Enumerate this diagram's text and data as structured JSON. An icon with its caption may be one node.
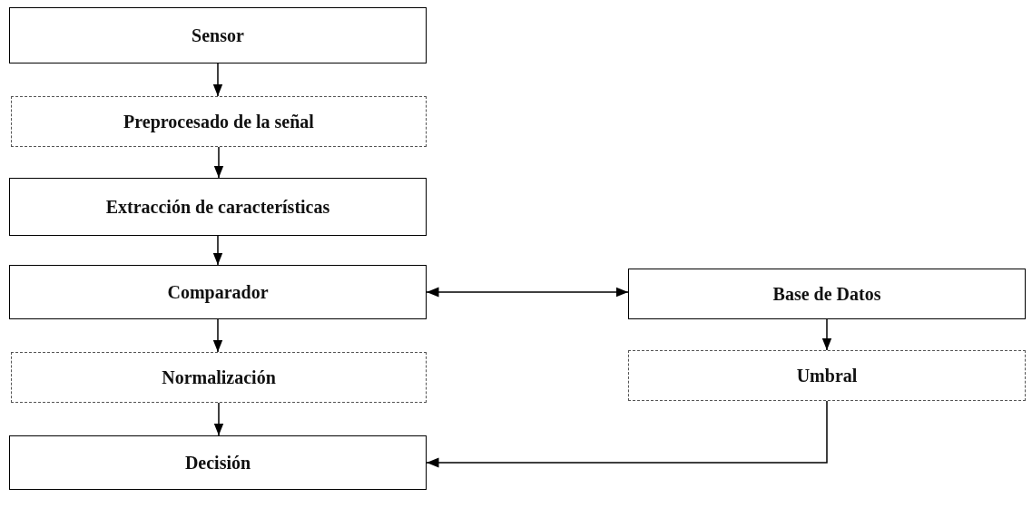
{
  "diagram": {
    "nodes": [
      {
        "text": [
          "Sensor"
        ]
      },
      {
        "text": [
          "Preprocesado de la señal"
        ]
      },
      {
        "text": [
          "Extracción de características"
        ]
      },
      {
        "text": [
          "Comparador"
        ]
      },
      {
        "text": [
          "Base de Datos"
        ]
      },
      {
        "text": [
          "Normalización"
        ]
      },
      {
        "text": [
          "Umbral"
        ]
      },
      {
        "text": [
          "Decisión"
        ]
      }
    ],
    "edges": [
      {
        "from": 0,
        "to": 1,
        "arrow": "to"
      },
      {
        "from": 1,
        "to": 2,
        "arrow": "to"
      },
      {
        "from": 2,
        "to": 3,
        "arrow": "to"
      },
      {
        "from": 3,
        "to": 4,
        "arrow": "both"
      },
      {
        "from": 3,
        "to": 5,
        "arrow": "to"
      },
      {
        "from": 4,
        "to": 6,
        "arrow": "to"
      },
      {
        "from": 5,
        "to": 7,
        "arrow": "to"
      },
      {
        "from": 6,
        "to": 7,
        "arrow": "to"
      }
    ]
  }
}
